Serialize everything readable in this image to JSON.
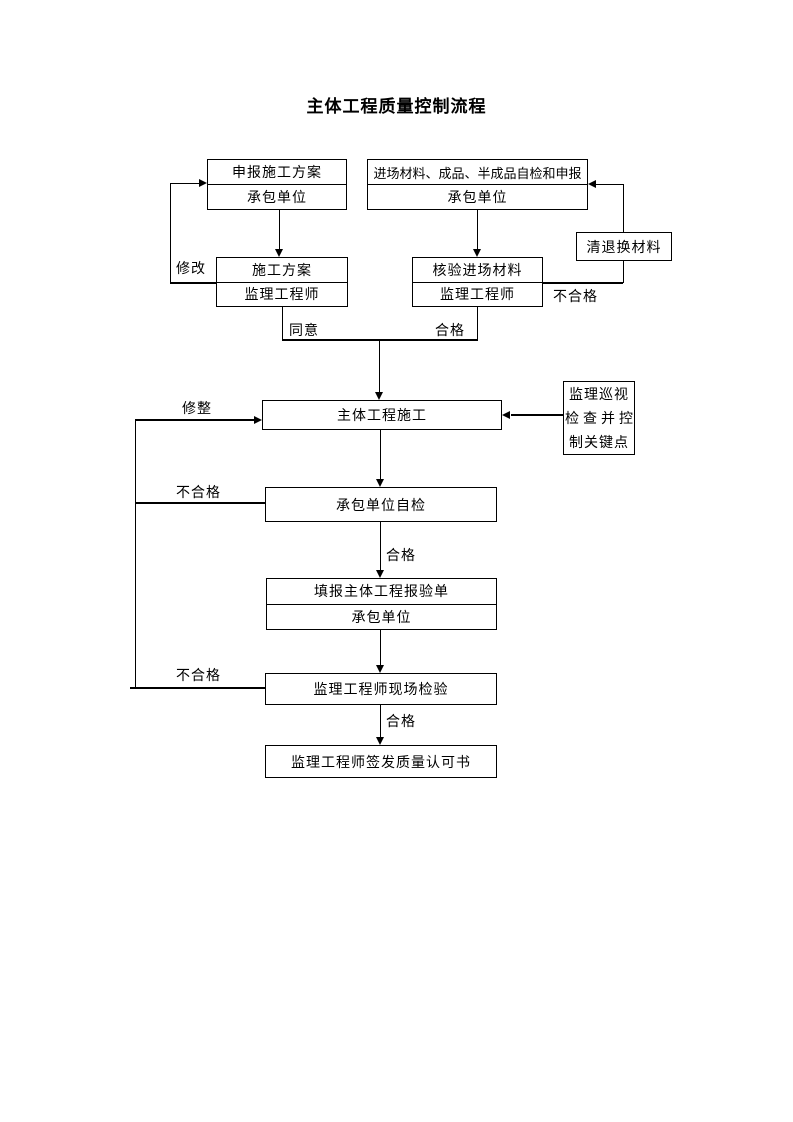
{
  "page": {
    "title": "主体工程质量控制流程"
  },
  "nodes": {
    "declare_plan": {
      "line1": "申报施工方案",
      "line2": "承包单位"
    },
    "material_self_check": {
      "line1": "进场材料、成品、半成品自检和申报",
      "line2": "承包单位"
    },
    "construction_plan": {
      "line1": "施工方案",
      "line2": "监理工程师"
    },
    "verify_materials": {
      "line1": "核验进场材料",
      "line2": "监理工程师"
    },
    "clear_replace": {
      "label": "清退换材料"
    },
    "main_construction": {
      "label": "主体工程施工"
    },
    "patrol": {
      "line1": "监理巡视",
      "line2": "检查并控",
      "line3": "制关键点"
    },
    "self_inspection": {
      "label": "承包单位自检"
    },
    "fill_form": {
      "line1": "填报主体工程报验单",
      "line2": "承包单位"
    },
    "site_inspection": {
      "label": "监理工程师现场检验"
    },
    "issue_cert": {
      "label": "监理工程师签发质量认可书"
    }
  },
  "edge_labels": {
    "modify": "修改",
    "unqualified_top": "不合格",
    "agree": "同意",
    "qualified_top": "合格",
    "adjust": "修整",
    "unqualified_mid": "不合格",
    "qualified_mid": "合格",
    "unqualified_bottom": "不合格",
    "qualified_bottom": "合格"
  },
  "colors": {
    "line": "#000000",
    "background": "#ffffff",
    "text": "#000000"
  }
}
